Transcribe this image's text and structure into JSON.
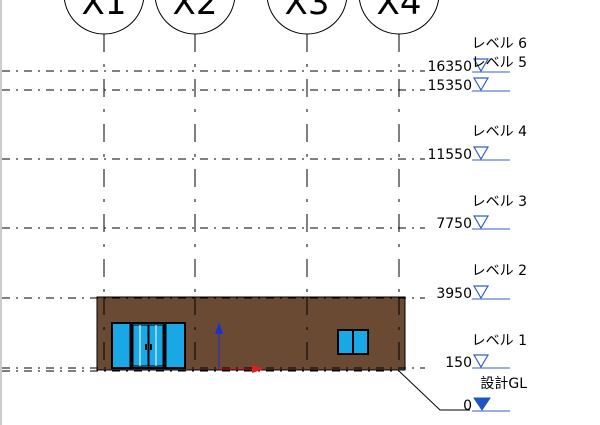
{
  "grids": [
    {
      "label": "X1"
    },
    {
      "label": "X2"
    },
    {
      "label": "X3"
    },
    {
      "label": "X4"
    }
  ],
  "levels": [
    {
      "name": "レベル 6",
      "elevation": "16350",
      "marker": "open"
    },
    {
      "name": "レベル 5",
      "elevation": "15350",
      "marker": "open"
    },
    {
      "name": "レベル 4",
      "elevation": "11550",
      "marker": "open"
    },
    {
      "name": "レベル 3",
      "elevation": "7750",
      "marker": "open"
    },
    {
      "name": "レベル 2",
      "elevation": "3950",
      "marker": "open"
    },
    {
      "name": "レベル 1",
      "elevation": "150",
      "marker": "open"
    },
    {
      "name": "設計GL",
      "elevation": "0",
      "marker": "filled"
    }
  ],
  "colors": {
    "building_fill": "#6b4a33",
    "window_fill": "#1aa7e6",
    "level_underline": "#3060c8",
    "marker_filled": "#1f55c0",
    "axis_y": "#1f2fd0",
    "axis_x": "#e02020"
  }
}
